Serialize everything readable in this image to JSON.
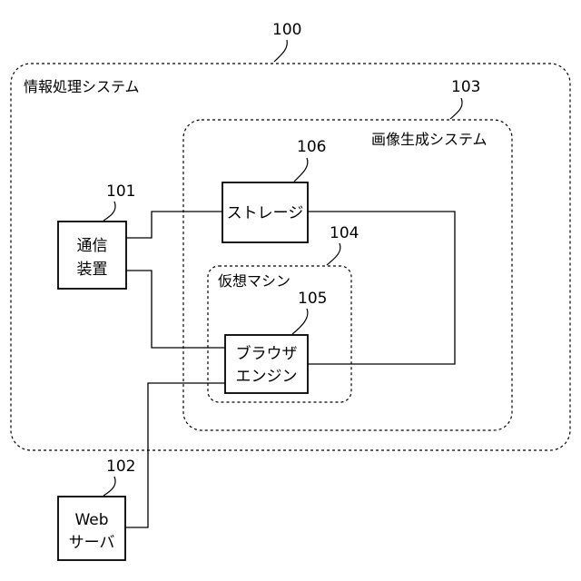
{
  "diagram": {
    "regions": {
      "info_system": {
        "ref": "100",
        "label": "情報処理システム"
      },
      "image_system": {
        "ref": "103",
        "label": "画像生成システム"
      },
      "vm": {
        "ref": "104",
        "label": "仮想マシン"
      }
    },
    "blocks": {
      "comm_device": {
        "ref": "101",
        "line1": "通信",
        "line2": "装置"
      },
      "web_server": {
        "ref": "102",
        "line1": "Web",
        "line2": "サーバ"
      },
      "browser_engine": {
        "ref": "105",
        "line1": "ブラウザ",
        "line2": "エンジン"
      },
      "storage": {
        "ref": "106",
        "label": "ストレージ"
      }
    },
    "connections": [
      {
        "from": "comm_device",
        "to": "storage"
      },
      {
        "from": "comm_device",
        "to": "browser_engine"
      },
      {
        "from": "storage",
        "to": "browser_engine"
      },
      {
        "from": "web_server",
        "to": "browser_engine"
      }
    ]
  }
}
